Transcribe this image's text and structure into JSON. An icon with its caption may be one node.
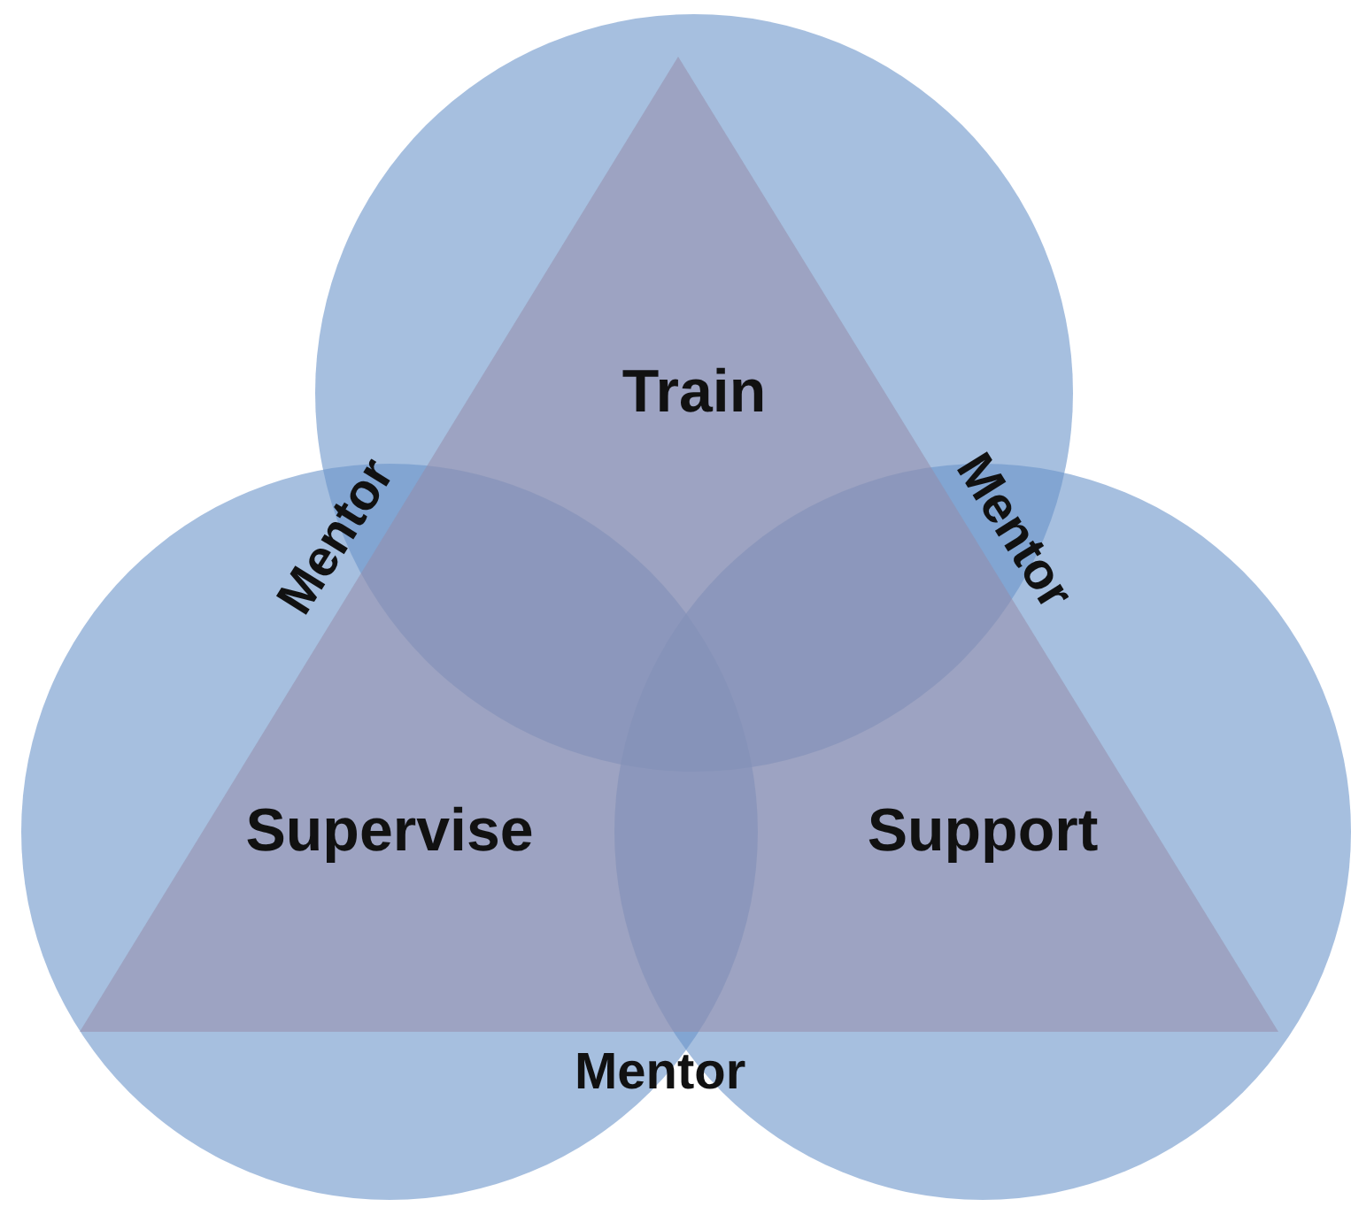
{
  "diagram": {
    "nodes": [
      {
        "text": [
          "Train"
        ]
      },
      {
        "text": [
          "Supervise"
        ]
      },
      {
        "text": [
          "Support"
        ]
      }
    ],
    "labels": [
      "Mentor",
      "Mentor",
      "Mentor"
    ]
  }
}
